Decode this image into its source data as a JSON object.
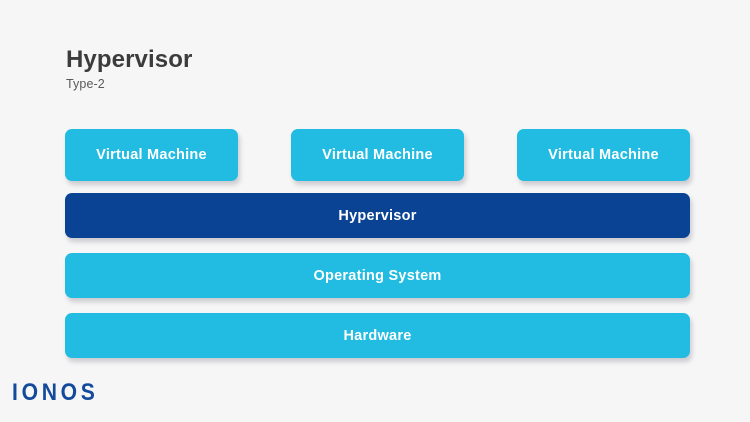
{
  "slide": {
    "background_color": "#f6f6f7",
    "title": "Hypervisor",
    "subtitle": "Type-2"
  },
  "colors": {
    "cyan": "#22bce2",
    "dark_blue": "#0b4394",
    "title_text": "#3c3c3c",
    "subtitle_text": "#5a5a5a",
    "logo_blue": "#134a9b",
    "box_text": "#ffffff"
  },
  "diagram": {
    "vm_layer": {
      "boxes": [
        {
          "label": "Virtual Machine"
        },
        {
          "label": "Virtual Machine"
        },
        {
          "label": "Virtual Machine"
        }
      ]
    },
    "layers": [
      {
        "label": "Hypervisor",
        "color": "#0b4394"
      },
      {
        "label": "Operating System",
        "color": "#22bce2"
      },
      {
        "label": "Hardware",
        "color": "#22bce2"
      }
    ]
  },
  "branding": {
    "logo_text": "IONOS"
  }
}
